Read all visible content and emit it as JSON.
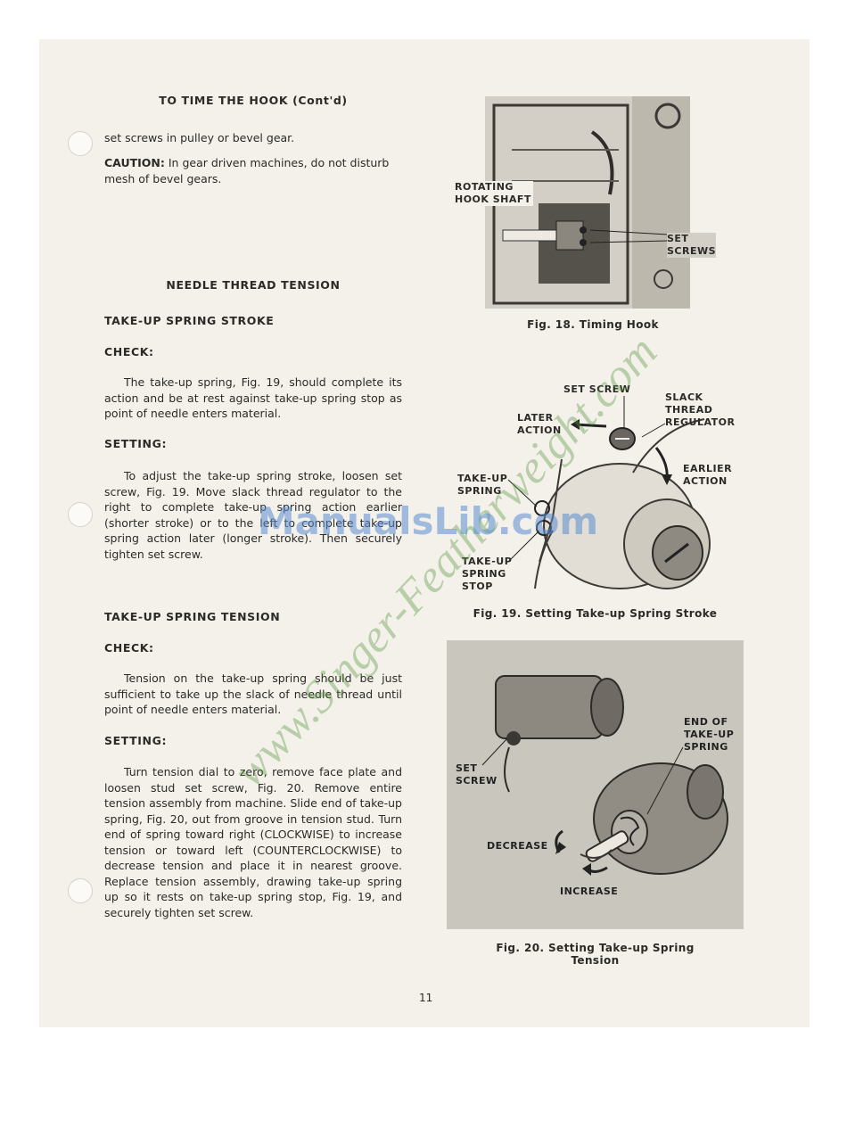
{
  "heading": "TO TIME THE HOOK (Cont'd)",
  "intro_text": "set screws in pulley or bevel gear.",
  "caution": {
    "label": "CAUTION:",
    "text": " In gear driven machines, do not disturb mesh of bevel gears."
  },
  "section_needle": "NEEDLE THREAD TENSION",
  "stroke": {
    "title": "TAKE-UP SPRING STROKE",
    "check_label": "CHECK:",
    "check_text": "The take-up spring, Fig. 19, should complete its action and be at rest against take-up spring stop as point of needle enters material.",
    "setting_label": "SETTING:",
    "setting_text": "To adjust the take-up spring stroke, loosen set screw, Fig. 19. Move slack thread regulator to the right to complete take-up spring action earlier (shorter stroke) or to the left to complete take-up spring action later (longer stroke). Then securely tighten set screw."
  },
  "tension": {
    "title": "TAKE-UP SPRING TENSION",
    "check_label": "CHECK:",
    "check_text": "Tension on the take-up spring should be just sufficient to take up the slack of needle thread until point of needle enters material.",
    "setting_label": "SETTING:",
    "setting_text": "Turn tension dial to zero, remove face plate and loosen stud set screw, Fig. 20. Remove entire tension assembly from machine. Slide end of take-up spring, Fig. 20, out from groove in tension stud. Turn end of spring toward right (CLOCKWISE) to increase tension or toward left (COUNTERCLOCKWISE) to decrease tension and place it in nearest groove. Replace tension assembly, drawing take-up spring up so it rests on take-up spring stop, Fig. 19, and securely tighten set screw."
  },
  "fig18": {
    "caption": "Fig. 18. Timing Hook",
    "label_shaft": [
      "ROTATING",
      "HOOK SHAFT"
    ],
    "label_screws": [
      "SET",
      "SCREWS"
    ]
  },
  "fig19": {
    "caption": "Fig. 19. Setting Take-up Spring Stroke",
    "label_setscrew": "SET SCREW",
    "label_slack": [
      "SLACK",
      "THREAD",
      "REGULATOR"
    ],
    "label_later": [
      "LATER",
      "ACTION"
    ],
    "label_earlier": [
      "EARLIER",
      "ACTION"
    ],
    "label_spring": [
      "TAKE-UP",
      "SPRING"
    ],
    "label_stop": [
      "TAKE-UP",
      "SPRING",
      "STOP"
    ]
  },
  "fig20": {
    "caption": "Fig. 20. Setting Take-up Spring Tension",
    "label_end": [
      "END OF",
      "TAKE-UP",
      "SPRING"
    ],
    "label_setscrew": [
      "SET",
      "SCREW"
    ],
    "label_decrease": "DECREASE",
    "label_increase": "INCREASE"
  },
  "page_number": "11",
  "watermarks": {
    "diagonal": "www.Singer-Featherweight.com",
    "center": "ManualsLib.com"
  }
}
